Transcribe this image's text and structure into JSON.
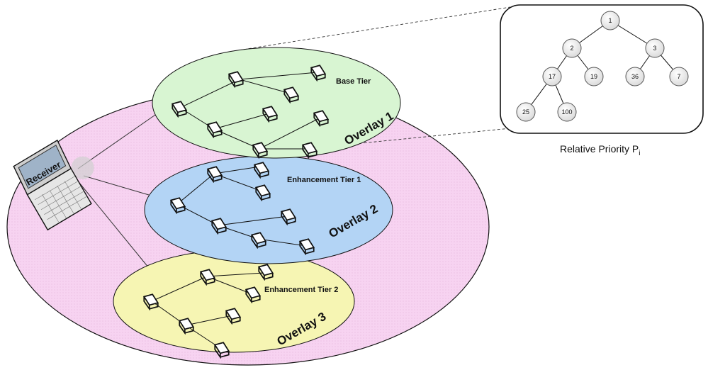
{
  "diagram": {
    "receiver_label": "Receiver",
    "tiers": [
      {
        "tier_label": "Base Tier",
        "overlay_label": "Overlay 1",
        "color": "#d8f5d2"
      },
      {
        "tier_label": "Enhancement Tier 1",
        "overlay_label": "Overlay 2",
        "color": "#b3d4f5"
      },
      {
        "tier_label": "Enhancement Tier 2",
        "overlay_label": "Overlay 3",
        "color": "#f6f5b3"
      }
    ],
    "outer_color": "#f7d3f1",
    "tree": {
      "nodes": [
        "1",
        "2",
        "3",
        "17",
        "19",
        "36",
        "7",
        "25",
        "100"
      ]
    },
    "caption_main": "Relative  Priority P",
    "caption_sub": "i"
  }
}
